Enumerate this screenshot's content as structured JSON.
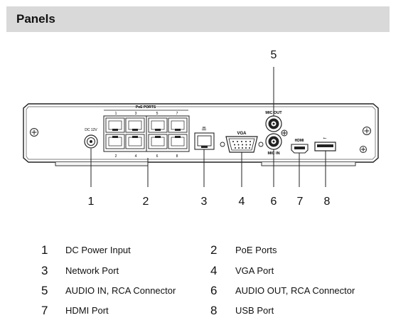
{
  "header": {
    "title": "Panels"
  },
  "panel": {
    "poe_label": "PoE PORTS",
    "poe_top_numbers": [
      "1",
      "3",
      "5",
      "7"
    ],
    "poe_bottom_numbers": [
      "2",
      "4",
      "6",
      "8"
    ],
    "dc_label": "DC 12V",
    "vga_label": "VGA",
    "mic_out_label": "MIC OUT",
    "mic_in_label": "MIC IN",
    "hdmi_label": "HDMI",
    "usb_label": "USB"
  },
  "callouts": [
    "1",
    "2",
    "3",
    "4",
    "5",
    "6",
    "7",
    "8"
  ],
  "legend": [
    {
      "num": "1",
      "text": "DC Power Input"
    },
    {
      "num": "2",
      "text": "PoE Ports"
    },
    {
      "num": "3",
      "text": "Network Port"
    },
    {
      "num": "4",
      "text": "VGA Port"
    },
    {
      "num": "5",
      "text": "AUDIO IN, RCA Connector"
    },
    {
      "num": "6",
      "text": "AUDIO OUT, RCA Connector"
    },
    {
      "num": "7",
      "text": "HDMI Port"
    },
    {
      "num": "8",
      "text": "USB Port"
    }
  ]
}
